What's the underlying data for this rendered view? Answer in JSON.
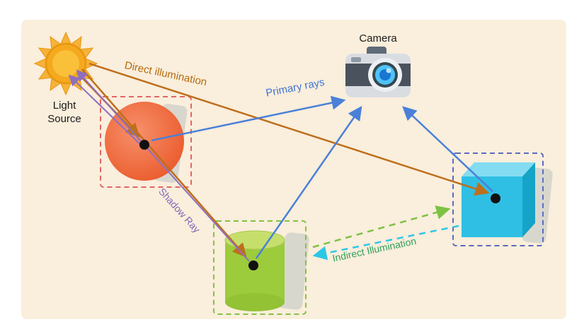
{
  "diagram": {
    "labels": {
      "light_source": "Light Source",
      "camera": "Camera",
      "direct_illumination": "Direct illumination",
      "primary_rays": "Primary rays",
      "shadow_ray": "Shadow Ray",
      "indirect_illumination": "Indirect Illumination"
    },
    "colors": {
      "background": "#FAEEDC",
      "direct_illumination_arrow": "#BE6F1C",
      "primary_rays_arrow": "#4A80D9",
      "shadow_ray_arrow": "#8E6FC0",
      "indirect_arrow_green": "#7DC242",
      "indirect_arrow_cyan": "#2EC6E6",
      "indirect_label": "#2FA05A",
      "sphere": "#EE6747",
      "cylinder": "#9CCB3B",
      "cube": "#30C1E8",
      "sphere_bounding_box": "#E06666",
      "cylinder_bounding_box": "#82C341",
      "cube_bounding_box": "#5C6BC0",
      "sun": "#F5A91F",
      "hit_point": "#111111"
    },
    "objects": [
      "sphere",
      "cylinder",
      "cube"
    ]
  }
}
